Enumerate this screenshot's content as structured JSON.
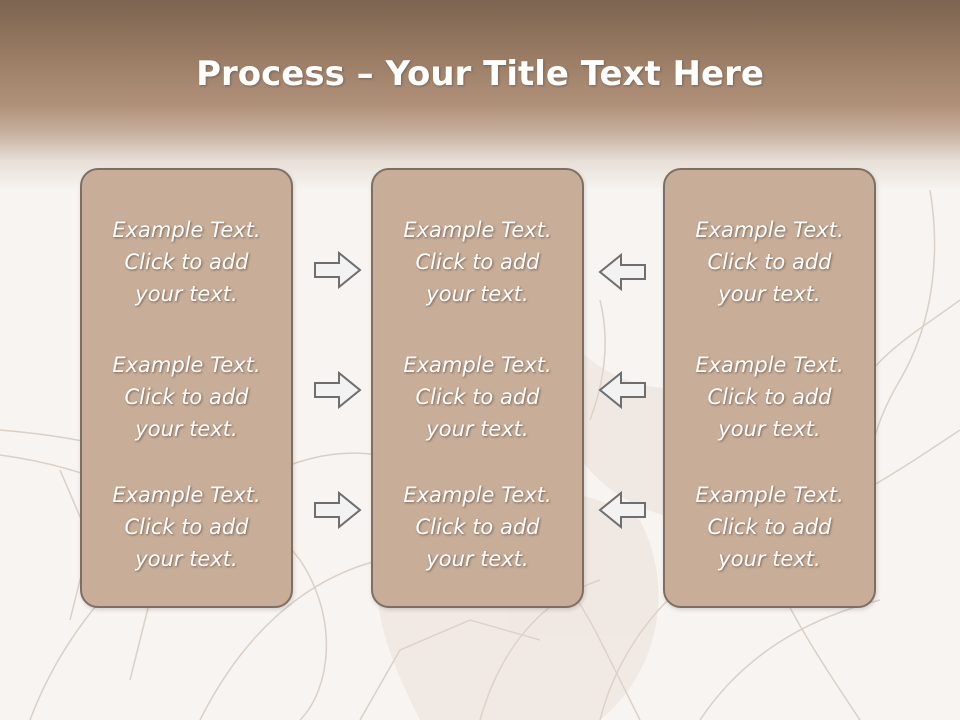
{
  "slide": {
    "title_bold": "Process",
    "title_rest": " – Your Title Text Here",
    "columns": [
      {
        "items": [
          "Example Text.\nClick  to add\nyour text.",
          "Example Text.\nClick  to add\nyour text.",
          "Example Text.\nClick  to add\nyour text."
        ]
      },
      {
        "items": [
          "Example Text.\nClick  to add\nyour text.",
          "Example Text.\nClick  to add\nyour text.",
          "Example Text.\nClick  to add\nyour text."
        ]
      },
      {
        "items": [
          "Example Text.\nClick  to add\nyour text.",
          "Example Text.\nClick  to add\nyour text.",
          "Example Text.\nClick  to add\nyour text."
        ]
      }
    ],
    "icons": {
      "left_arrows": "right-arrow-icon",
      "right_arrows": "left-arrow-icon"
    }
  },
  "colors": {
    "header_dark": "#7c6450",
    "box_fill": "#c8ae98",
    "box_border": "#7f6f63",
    "text": "#ffffff",
    "arrow_fill": "#f2f2f2",
    "arrow_stroke": "#6e6e6e"
  }
}
